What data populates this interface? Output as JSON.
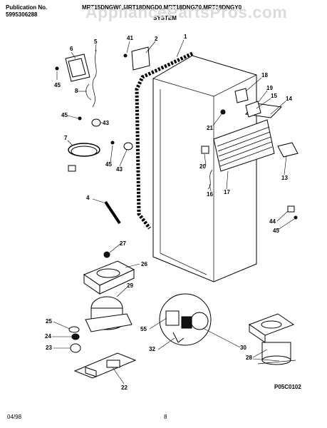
{
  "header": {
    "publication_label": "Publication No.",
    "publication_number": "5995306288",
    "models": "MRT15DNGW0,MRT18DNGD0,MRT18DNGZ0,MRT18DNGY0",
    "section": "SYSTEM"
  },
  "watermark": "AppliancePartsPros.com",
  "footer": {
    "date": "04/98",
    "page": "8",
    "code": "P05C0102"
  },
  "callouts": [
    "1",
    "2",
    "41",
    "5",
    "6",
    "45",
    "8",
    "45",
    "43",
    "7",
    "45",
    "43",
    "4",
    "18",
    "19",
    "15",
    "14",
    "21",
    "20",
    "16",
    "17",
    "13",
    "44",
    "45",
    "27",
    "26",
    "29",
    "25",
    "24",
    "23",
    "55",
    "32",
    "30",
    "28",
    "22"
  ]
}
